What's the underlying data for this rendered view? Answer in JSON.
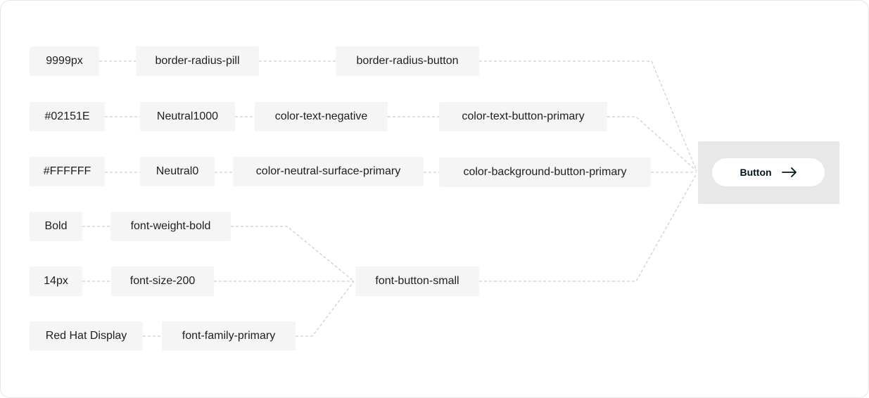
{
  "tokens": {
    "radius": {
      "value": "9999px",
      "primitive": "border-radius-pill",
      "component": "border-radius-button"
    },
    "text_color": {
      "value": "#02151E",
      "primitive": "Neutral1000",
      "semantic": "color-text-negative",
      "component": "color-text-button-primary"
    },
    "background": {
      "value": "#FFFFFF",
      "primitive": "Neutral0",
      "semantic": "color-neutral-surface-primary",
      "component": "color-background-button-primary"
    },
    "font_weight": {
      "value": "Bold",
      "primitive": "font-weight-bold"
    },
    "font_size": {
      "value": "14px",
      "primitive": "font-size-200"
    },
    "font_family": {
      "value": "Red Hat Display",
      "primitive": "font-family-primary"
    },
    "font_composite": "font-button-small"
  },
  "preview": {
    "button_label": "Button",
    "button_icon": "arrow-right-icon",
    "text_color": "#02151E",
    "background_color": "#FFFFFF"
  }
}
